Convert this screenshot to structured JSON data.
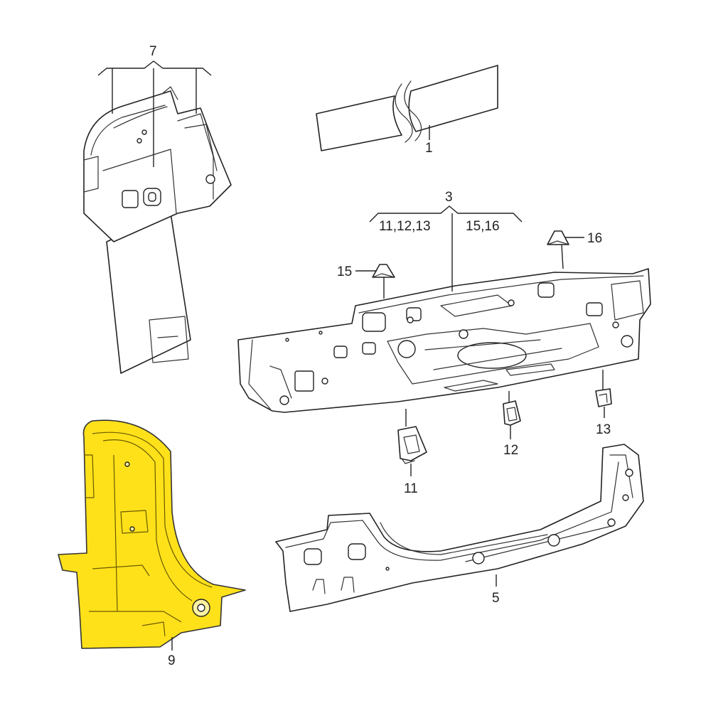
{
  "callouts": {
    "c1": "1",
    "c3": "3",
    "c3_left": "11,12,13",
    "c3_right": "15,16",
    "c5": "5",
    "c7": "7",
    "c9": "9",
    "c11": "11",
    "c12": "12",
    "c13": "13",
    "c15": "15",
    "c16": "16"
  },
  "colors": {
    "highlight": "#ffe11a",
    "outline": "#222222",
    "background": "#ffffff"
  }
}
